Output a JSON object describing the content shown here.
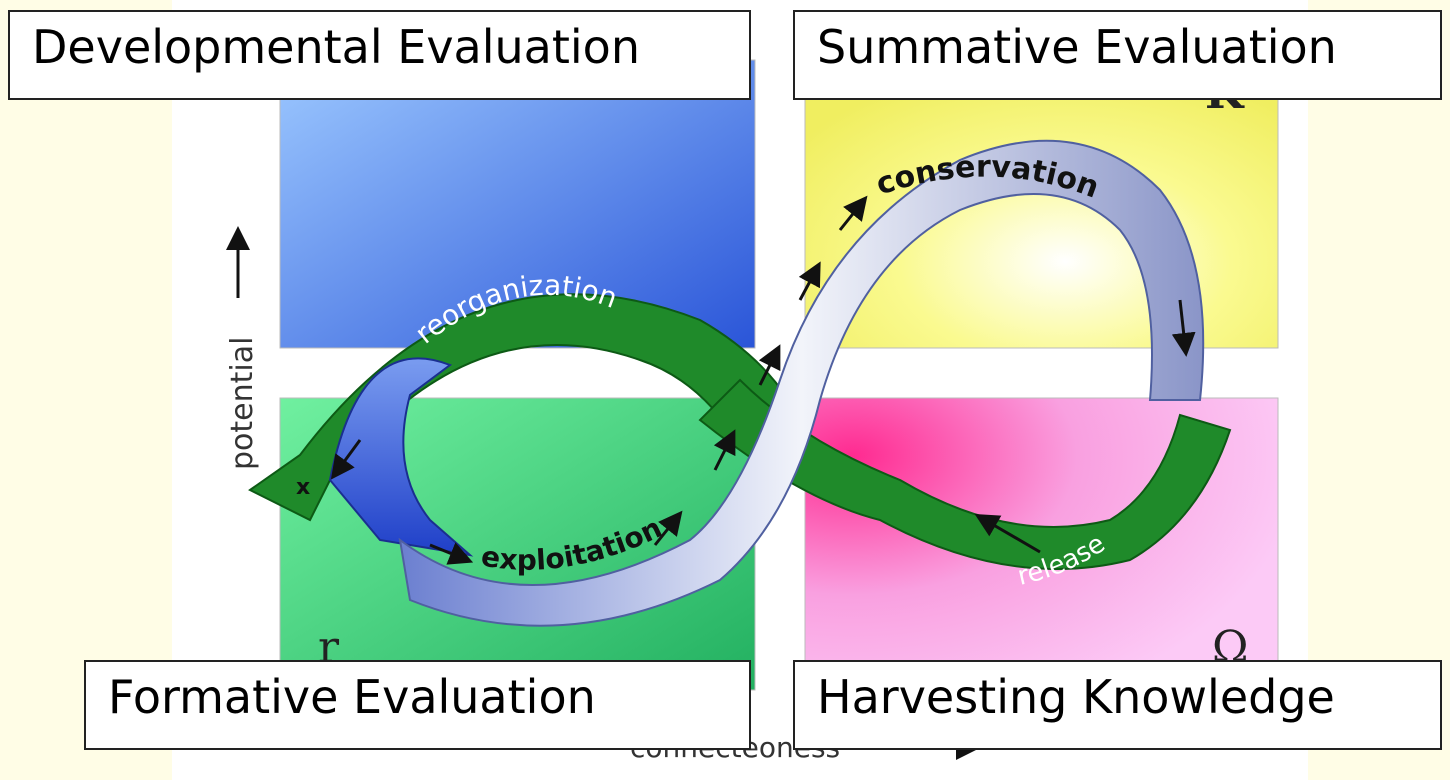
{
  "labels": {
    "top_left": "Developmental Evaluation",
    "top_right": "Summative Evaluation",
    "bottom_left": "Formative Evaluation",
    "bottom_right": "Harvesting Knowledge"
  },
  "axes": {
    "y_label": "potential",
    "x_label": "connecteoness"
  },
  "quadrant_letters": {
    "top_right": "K",
    "bottom_left": "r",
    "bottom_right": "Ω"
  },
  "loop_labels": {
    "conservation": "conservation",
    "reorganization": "reorganization",
    "exploitation": "exploitation",
    "release": "release",
    "exit": "x"
  },
  "colors": {
    "quadrant_top_left": "#6aa8f0",
    "quadrant_top_right": "#f6f07a",
    "quadrant_bottom_left": "#3fd678",
    "quadrant_bottom_right": "#f26fc8",
    "loop_green": "#1f8a2a",
    "loop_blue": "#4a6fd8",
    "loop_silver": "#d8dde8"
  }
}
